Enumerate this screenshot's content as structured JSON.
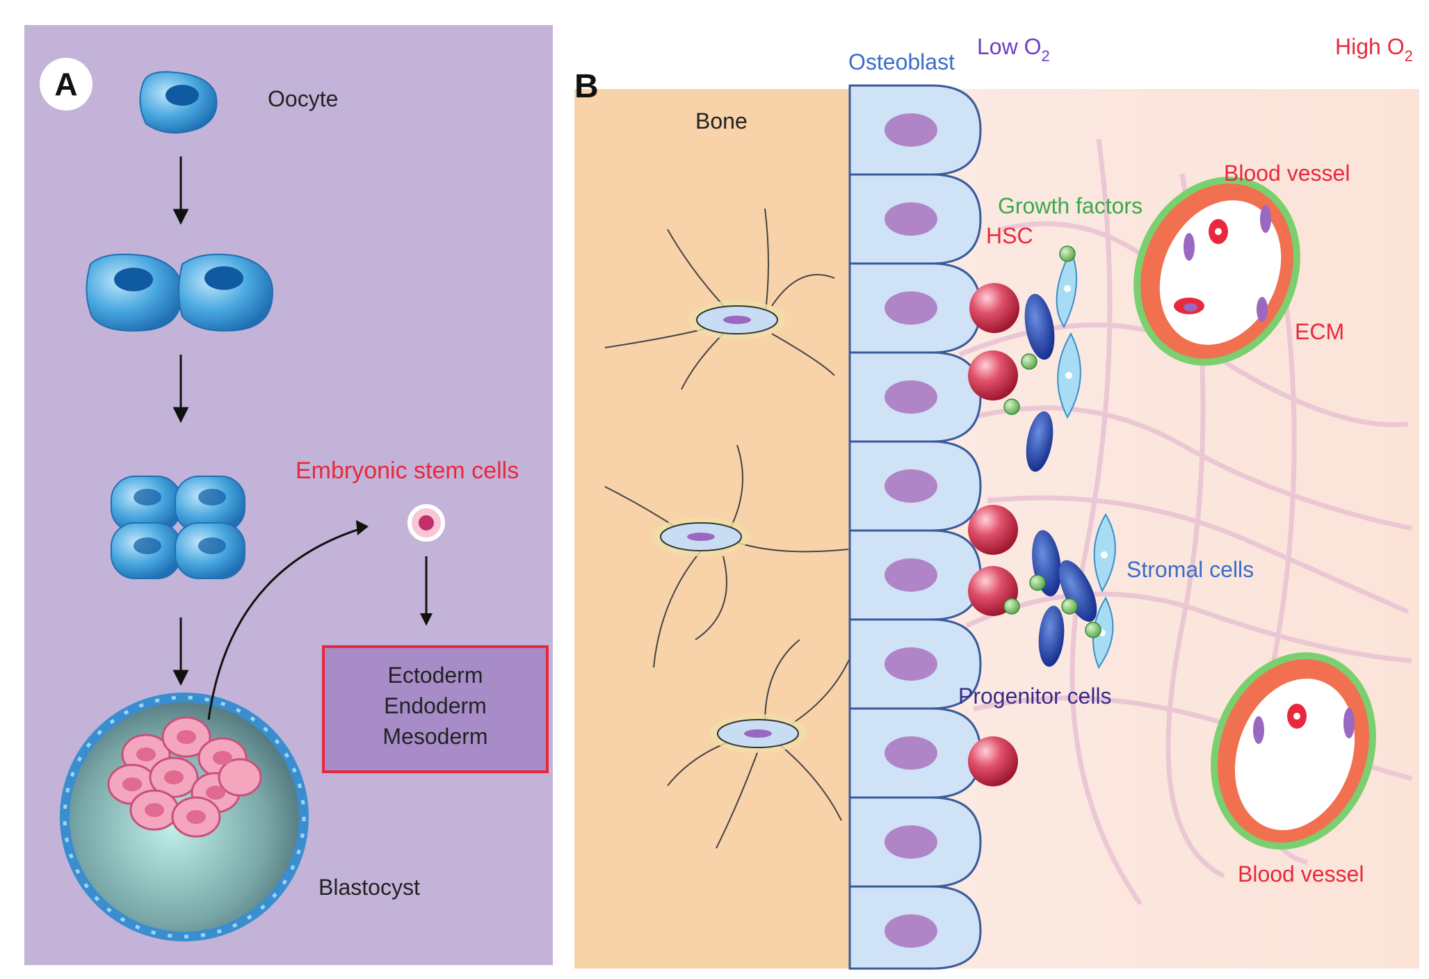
{
  "panel_a": {
    "letter": "A",
    "oocyte_label": "Oocyte",
    "esc_label": "Embryonic stem cells",
    "blastocyst_label": "Blastocyst",
    "germ_layers": [
      "Ectoderm",
      "Endoderm",
      "Mesoderm"
    ]
  },
  "panel_b": {
    "letter": "B",
    "osteoblast_label": "Osteoblast",
    "low_o2_label": "Low O",
    "high_o2_label": "High O",
    "o2_subscript": "2",
    "bone_label": "Bone",
    "growth_factors_label": "Growth factors",
    "hsc_label": "HSC",
    "blood_vessel_label_top": "Blood vessel",
    "blood_vessel_label_bottom": "Blood vessel",
    "ecm_label": "ECM",
    "stromal_label": "Stromal cells",
    "progenitor_label": "Progenitor cells"
  },
  "colors": {
    "panel_a_bg": "#c3b3d8",
    "bone_bg": "#f8d2a8",
    "niche_bg": "#fbe8e2",
    "red_text": "#e8283c",
    "green_text": "#3aaa48",
    "blue_text": "#3a6cc8",
    "purple_text": "#6a40c0",
    "navy_text": "#3a2a8a"
  }
}
